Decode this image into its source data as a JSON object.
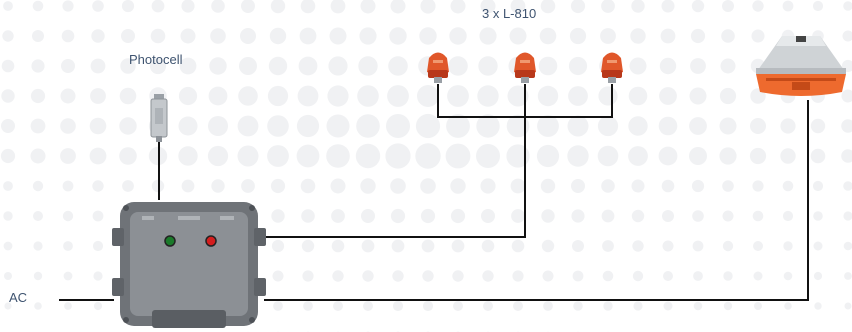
{
  "labels": {
    "lamps": "3 x L-810",
    "photocell": "Photocell",
    "ac": "AC"
  },
  "colors": {
    "wire": "#111111",
    "lamp_orange": "#e0572a",
    "lamp_dark": "#b8381a",
    "beacon_orange": "#ee6a2e",
    "beacon_silver": "#cfd3d6",
    "cabinet_body": "#6f7378",
    "cabinet_face": "#8c9095",
    "indicator_green": "#1a7a2a",
    "indicator_red": "#d41e1e",
    "dot": "#f0f1f3",
    "label_text": "#3f5470"
  },
  "icons": {
    "lamps": "l810-obstruction-light-icon",
    "beacon": "led-beacon-icon",
    "photocell": "photocell-sensor-icon",
    "controller": "control-cabinet-icon"
  }
}
